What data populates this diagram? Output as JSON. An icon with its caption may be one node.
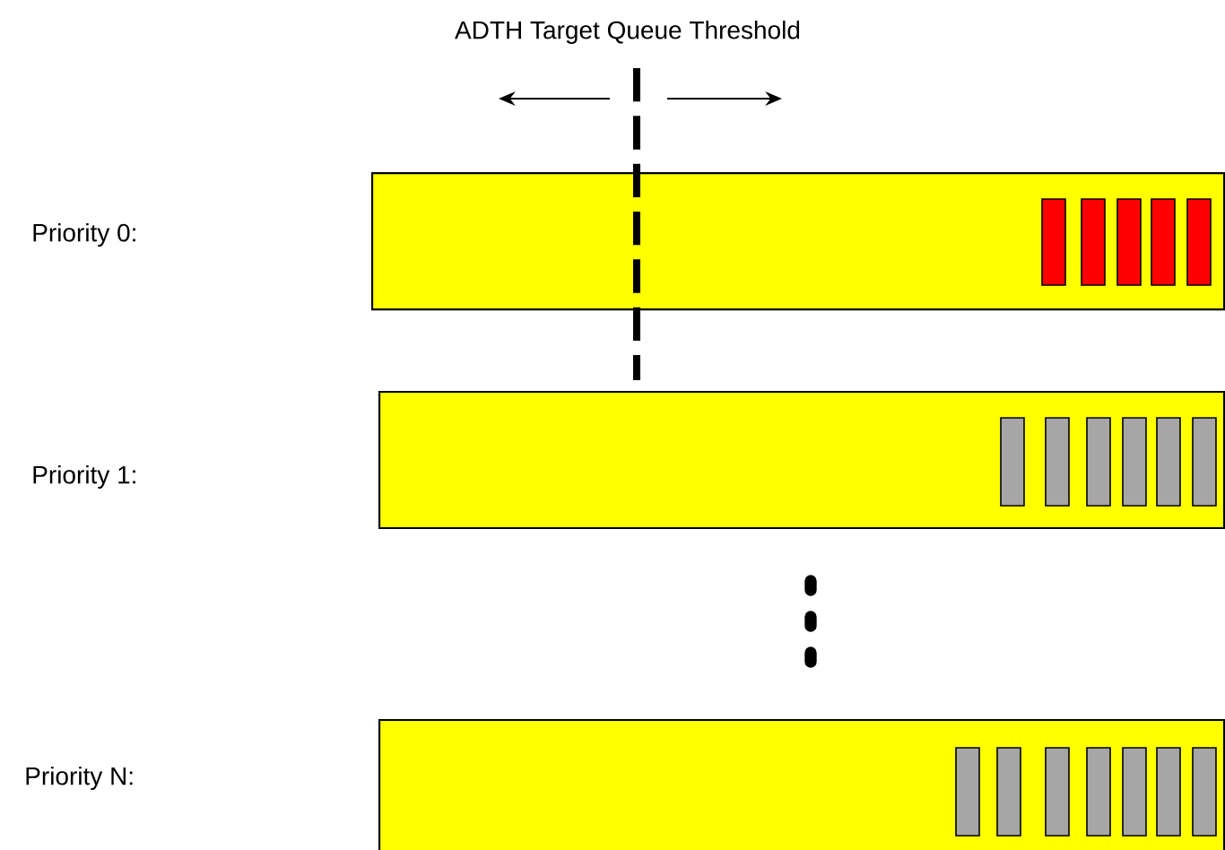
{
  "diagram": {
    "title": "ADTH Target Queue Threshold",
    "nodes": [
      {
        "text": [],
        "shape": "bar"
      },
      {
        "text": [],
        "shape": "bar"
      },
      {
        "text": [],
        "shape": "bar"
      }
    ],
    "labels": [
      "Priority 0:",
      "Priority 1:",
      "Priority N:"
    ]
  }
}
